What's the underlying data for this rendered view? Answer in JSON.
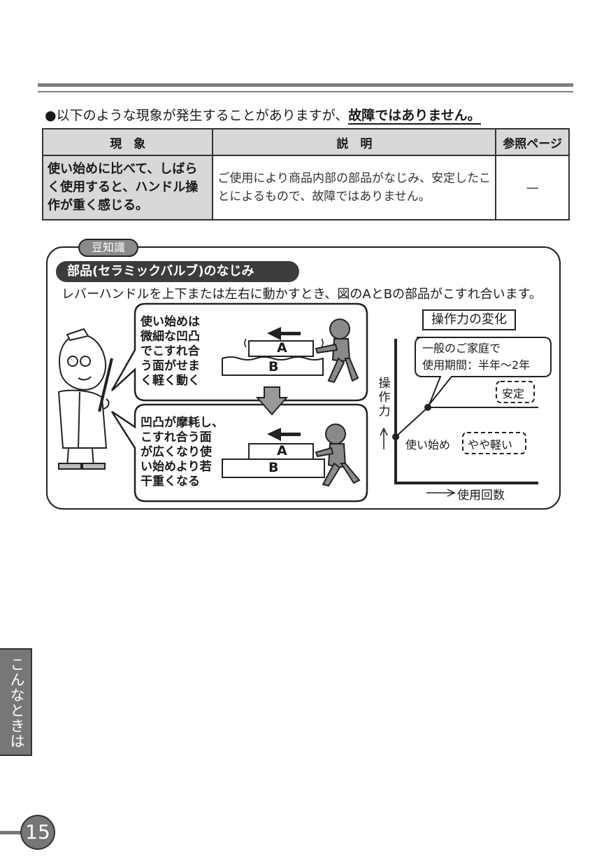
{
  "intro": {
    "lead": "●以下のような現象が発生することがありますが、",
    "emphasis": "故障ではありません。"
  },
  "table": {
    "headers": [
      "現　象",
      "説　明",
      "参照ページ"
    ],
    "rows": [
      {
        "symptom": "使い始めに比べて、しばらく使用すると、ハンドル操作が重く感じる。",
        "explanation": "ご使用により商品内部の部品がなじみ、安定したことによるもので、故障ではありません。",
        "ref": "—"
      }
    ]
  },
  "tip": {
    "tag": "豆知識",
    "title": "部品(セラミックバルブ)のなじみ",
    "lead": "レバーハンドルを上下または左右に動かすとき、図のAとBの部品がこすれ合います。",
    "bubble1": [
      "使い始めは",
      "微細な凹凸",
      "でこすれ合",
      "う面がせま",
      "く軽く動く"
    ],
    "bubble2": [
      "凹凸が摩耗し、",
      "こすれ合う面",
      "が広くなり使",
      "い始めより若",
      "干重くなる"
    ],
    "part_a": "A",
    "part_b": "B"
  },
  "graph": {
    "title": "操作力の変化",
    "note": [
      "一般のご家庭で",
      "使用期間：半年〜2年"
    ],
    "stable": "安定",
    "yaxis": "操作力",
    "start": "使い始め",
    "light": "やや軽い",
    "xaxis": "使用回数"
  },
  "sidetab": "こんなときは",
  "page_number": "15"
}
